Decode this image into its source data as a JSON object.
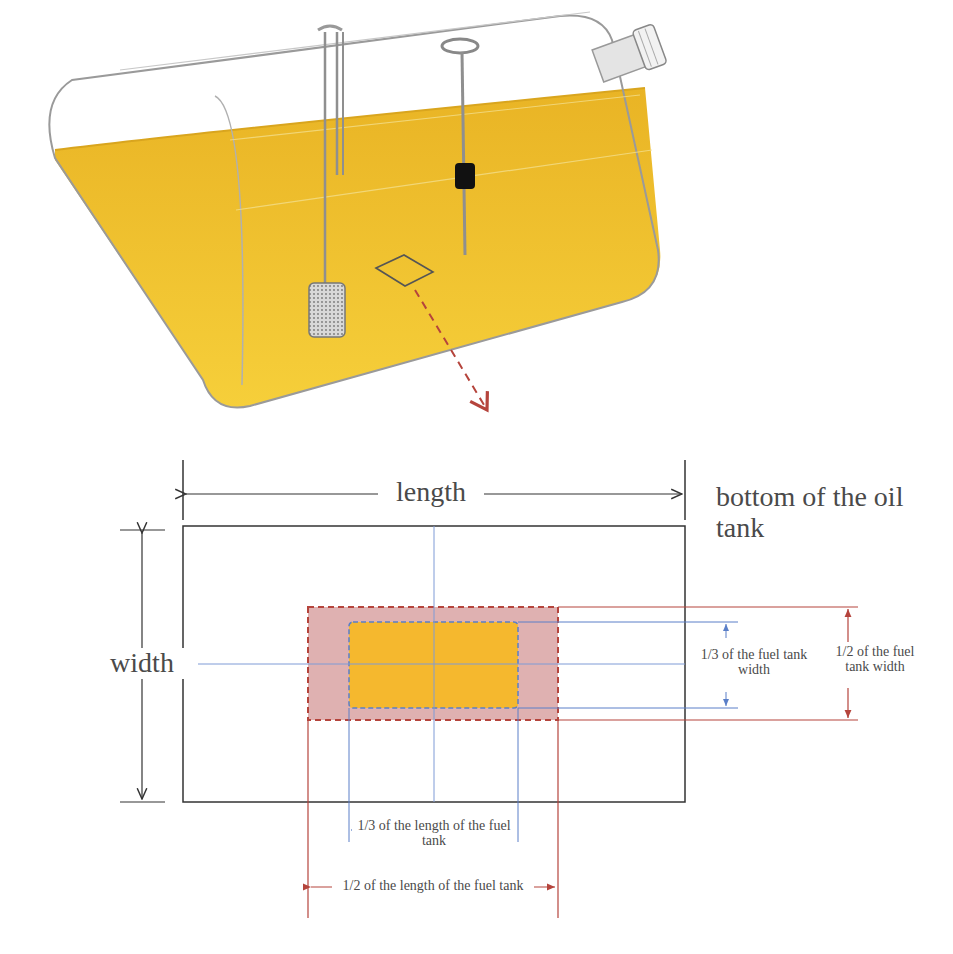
{
  "diagram": {
    "labels": [
      "length",
      "width",
      "bottom of the oil tank",
      "1/3 of the fuel tank width",
      "1/2 of the fuel tank width",
      "1/3 of the length of the fuel tank",
      "1/2 of the length of the fuel tank"
    ]
  }
}
